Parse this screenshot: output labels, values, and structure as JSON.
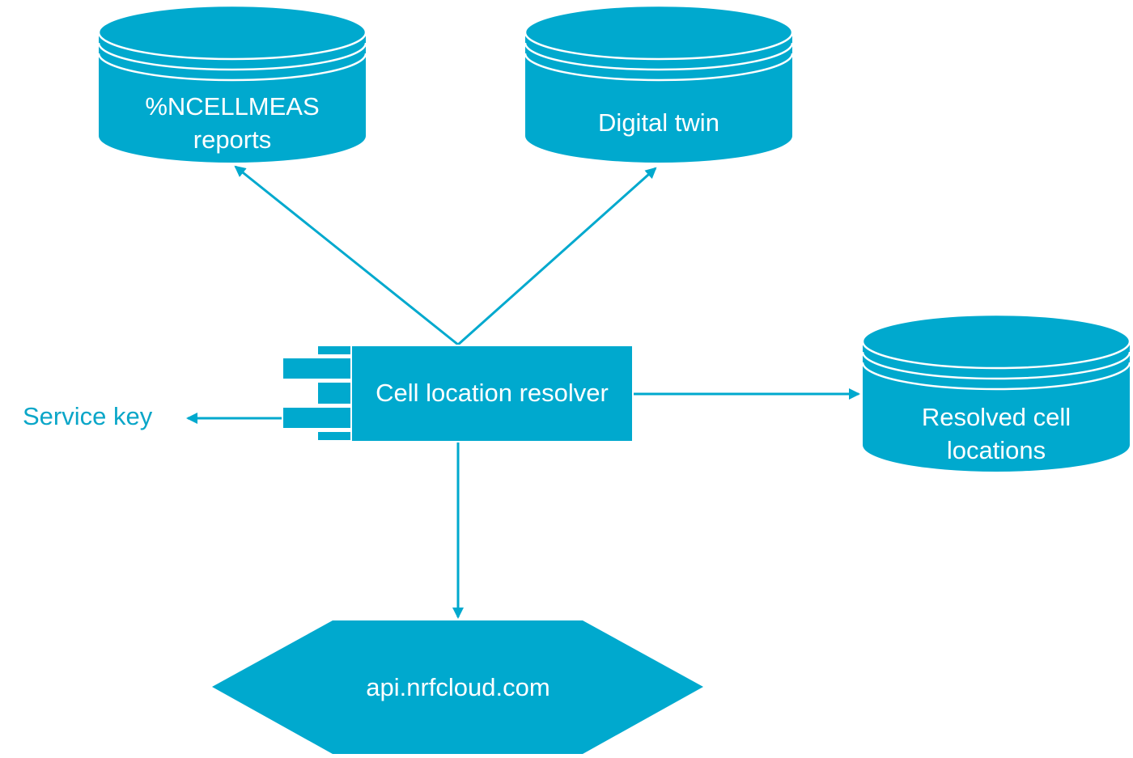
{
  "colors": {
    "accent": "#00a9ce",
    "stroke": "#ffffff",
    "text_on_accent": "#ffffff",
    "text_accent": "#0aa6c8"
  },
  "nodes": {
    "ncellmeas_reports": {
      "shape": "database-cylinder",
      "lines": [
        "%NCELLMEAS",
        "reports"
      ]
    },
    "digital_twin": {
      "shape": "database-cylinder",
      "lines": [
        "Digital twin"
      ]
    },
    "resolved_cell_locations": {
      "shape": "database-cylinder",
      "lines": [
        "Resolved cell",
        "locations"
      ]
    },
    "cell_location_resolver": {
      "shape": "component",
      "label": "Cell location resolver"
    },
    "service_key": {
      "shape": "text",
      "label": "Service key"
    },
    "api": {
      "shape": "hexagon",
      "label": "api.nrfcloud.com"
    }
  },
  "edges": [
    {
      "from": "cell_location_resolver",
      "to": "ncellmeas_reports"
    },
    {
      "from": "cell_location_resolver",
      "to": "digital_twin"
    },
    {
      "from": "cell_location_resolver",
      "to": "resolved_cell_locations"
    },
    {
      "from": "cell_location_resolver",
      "to": "service_key"
    },
    {
      "from": "cell_location_resolver",
      "to": "api"
    }
  ]
}
